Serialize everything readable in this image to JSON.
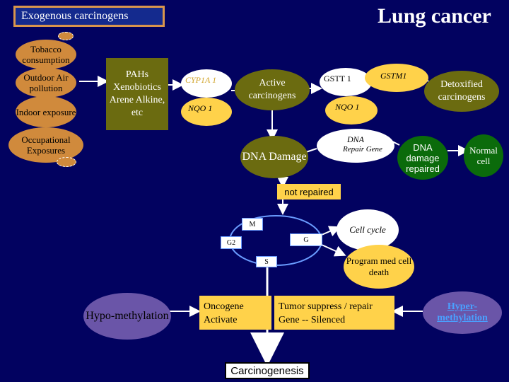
{
  "header": {
    "left_title": "Exogenous carcinogens",
    "right_title": "Lung cancer"
  },
  "exposures": {
    "tobacco": "Tobacco consumption",
    "outdoor": "Outdoor Air pollution",
    "indoor": "Indoor exposure",
    "occupational": "Occupational Exposures"
  },
  "agents": "PAHs Xenobiotics Arene Alkine, etc",
  "metabolism": {
    "cyp1a": "CYP1A 1",
    "nqo1_left": "NQO 1",
    "active": "Active carcinogens",
    "gstt": "GSTT 1",
    "gstm1": "GSTM1",
    "nqo1_right": "NQO 1",
    "detoxified": "Detoxified carcinogens"
  },
  "damage": {
    "dna_damage": "DNA Damage",
    "repair_gene_title": "DNA",
    "repair_gene_sub": "Repair Gene",
    "repaired": "DNA damage repaired",
    "normal_cell": "Normal cell",
    "not_repaired": "not repaired"
  },
  "cell_cycle": {
    "m": "M",
    "g2": "G2",
    "g1": "G",
    "s": "S",
    "cycle_label": "Cell cycle",
    "death_label": "Program med cell death"
  },
  "bottom": {
    "hypo": "Hypo-methylation",
    "oncogene": "Oncogene Activate",
    "tumor": "Tumor suppress / repair Gene -- Silenced",
    "hyper": "Hyper-methylation",
    "carcinogenesis": "Carcinogenesis"
  },
  "colors": {
    "background": "#020260",
    "orange": "#d08a3c",
    "olive": "#6b6b10",
    "green": "#0b6b0b",
    "yellow": "#ffd24a",
    "purple": "#6a55a8"
  }
}
